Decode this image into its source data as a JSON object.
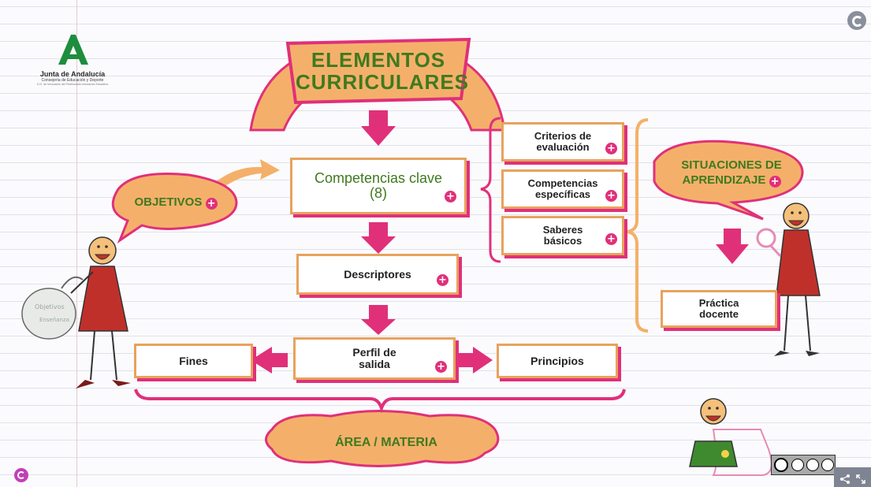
{
  "logo": {
    "name": "Junta de Andalucía",
    "subtitle": "Consejería de Educación y Deporte",
    "small": "D.G. de Innovación del Profesorado Innovación Educativa"
  },
  "title": {
    "line1": "ELEMENTOS",
    "line2": "CURRICULARES"
  },
  "nodes": {
    "competencias_clave": {
      "line1": "Competencias clave",
      "line2": "(8)"
    },
    "descriptores": "Descriptores",
    "perfil": {
      "line1": "Perfil de",
      "line2": "salida"
    },
    "fines": "Fines",
    "principios": "Principios",
    "criterios": {
      "line1": "Criterios de",
      "line2": "evaluación"
    },
    "competencias_especificas": {
      "line1": "Competencias",
      "line2": "específicas"
    },
    "saberes": {
      "line1": "Saberes",
      "line2": "básicos"
    },
    "practica": {
      "line1": "Práctica",
      "line2": "docente"
    }
  },
  "bubbles": {
    "objetivos": "OBJETIVOS",
    "situaciones": {
      "line1": "SITUACIONES DE",
      "line2": "APRENDIZAJE"
    },
    "area": "ÁREA / MATERIA"
  },
  "plus_glyph": "+",
  "colors": {
    "accent": "#e0307a",
    "orange": "#f4b06a",
    "green": "#3f7a1f",
    "box_border": "#e8a25c"
  },
  "controls": {
    "top_right_icon": "genially-logo-icon",
    "bottom_left_icon": "genially-g-icon",
    "license": "cc-by-nc-sa-badge"
  }
}
